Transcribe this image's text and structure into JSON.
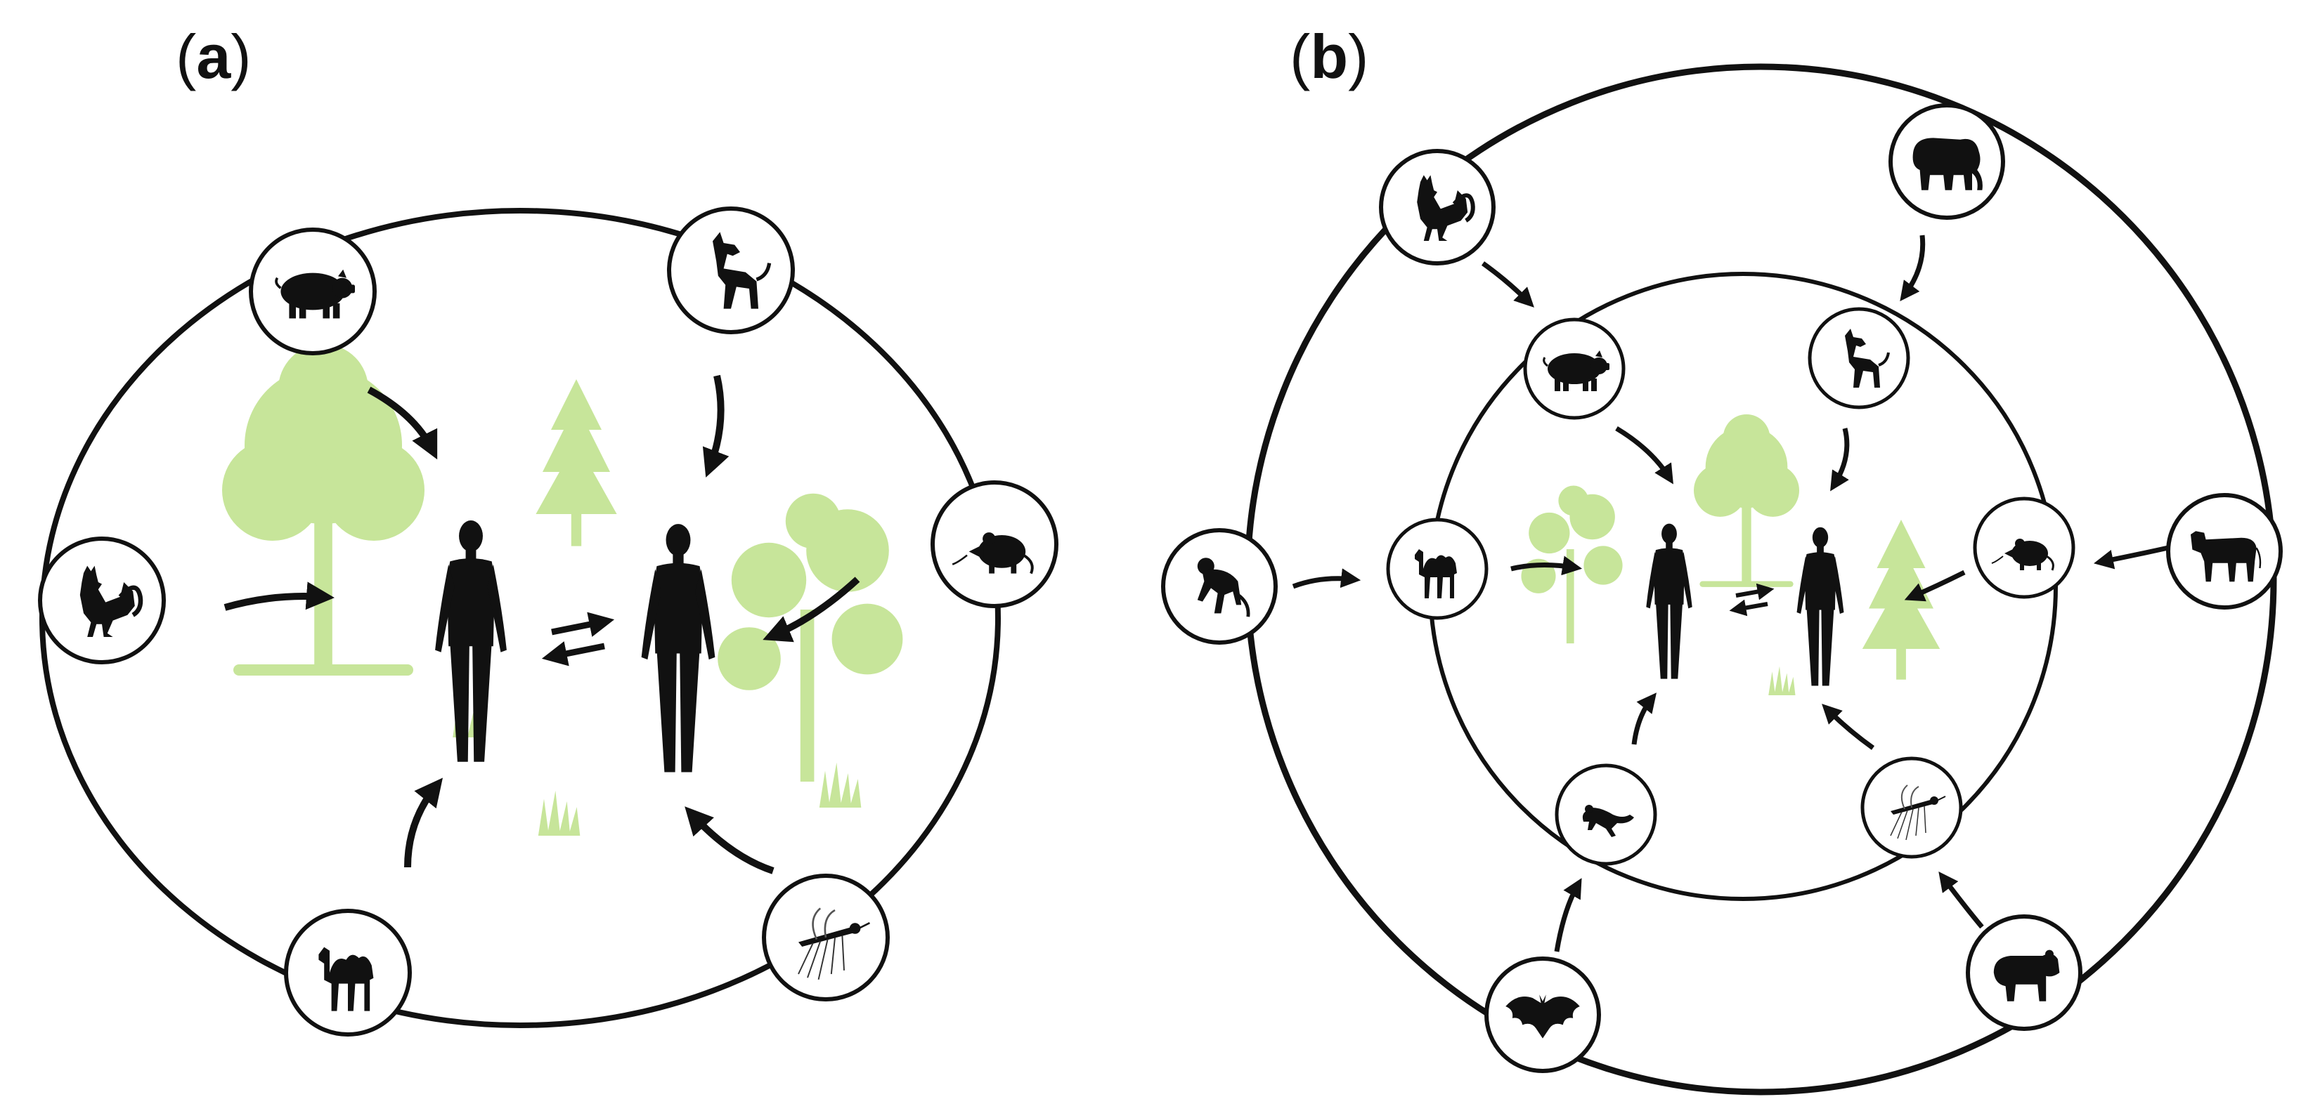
{
  "panels": [
    {
      "id": "a",
      "label": "a"
    },
    {
      "id": "b",
      "label": "b"
    }
  ],
  "colors": {
    "ink": "#111111",
    "vegetation": "#c7e59a",
    "background": "#ffffff"
  },
  "icons": {
    "panel_a": [
      "pig-icon",
      "dog-icon",
      "rat-icon",
      "mosquito-icon",
      "camel-icon",
      "rooster-icon"
    ],
    "panel_b_outer": [
      "rooster-icon",
      "elephant-icon",
      "cow-icon",
      "hippo-icon",
      "bat-icon",
      "monkey-icon"
    ],
    "panel_b_inner": [
      "pig-icon",
      "dog-icon",
      "rat-icon",
      "mosquito-icon",
      "weasel-icon",
      "camel-icon"
    ]
  }
}
